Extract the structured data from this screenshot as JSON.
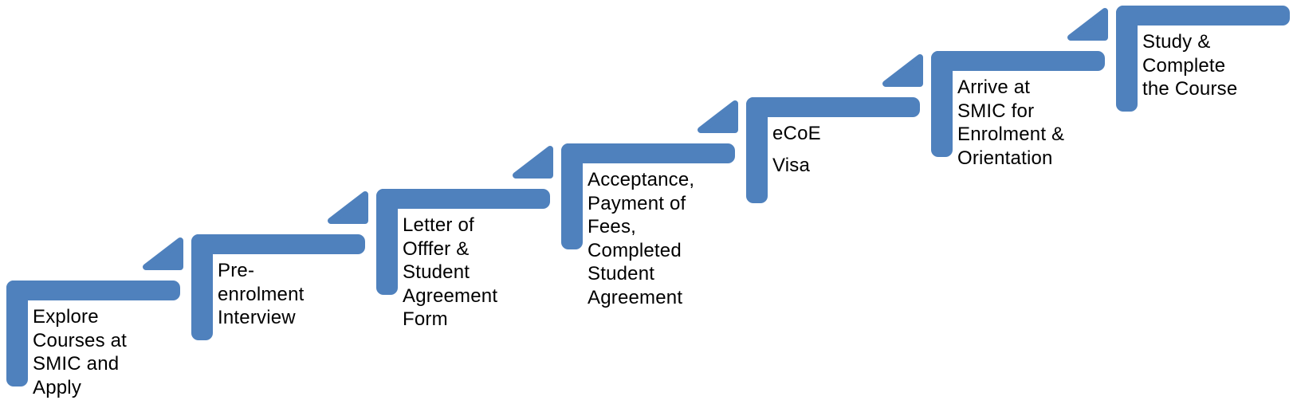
{
  "diagram": {
    "type": "step-up-process",
    "accent_color": "#4f81bd",
    "text_color": "#000000",
    "background_color": "#ffffff",
    "steps": [
      {
        "label": "Explore Courses at SMIC and Apply",
        "lines": [
          "Explore",
          "Courses at",
          "SMIC and",
          "Apply"
        ],
        "paragraph_spacing": false
      },
      {
        "label": "Pre-enrolment Interview",
        "lines": [
          "Pre-",
          "enrolment",
          "Interview"
        ],
        "paragraph_spacing": false
      },
      {
        "label": "Letter of Offfer & Student Agreement Form",
        "lines": [
          "Letter of",
          "Offfer &",
          "Student",
          "Agreement",
          "Form"
        ],
        "paragraph_spacing": false
      },
      {
        "label": "Acceptance, Payment of Fees, Completed Student Agreement",
        "lines": [
          "Acceptance,",
          "Payment of",
          "Fees,",
          "Completed",
          "Student",
          "Agreement"
        ],
        "paragraph_spacing": false
      },
      {
        "label": "eCoE Visa",
        "lines": [
          "eCoE",
          "Visa"
        ],
        "paragraph_spacing": true
      },
      {
        "label": "Arrive at SMIC for Enrolment & Orientation",
        "lines": [
          "Arrive at",
          "SMIC for",
          "Enrolment &",
          "Orientation"
        ],
        "paragraph_spacing": false
      },
      {
        "label": "Study & Complete the Course",
        "lines": [
          "Study &",
          "Complete",
          "the Course"
        ],
        "paragraph_spacing": false
      }
    ]
  }
}
